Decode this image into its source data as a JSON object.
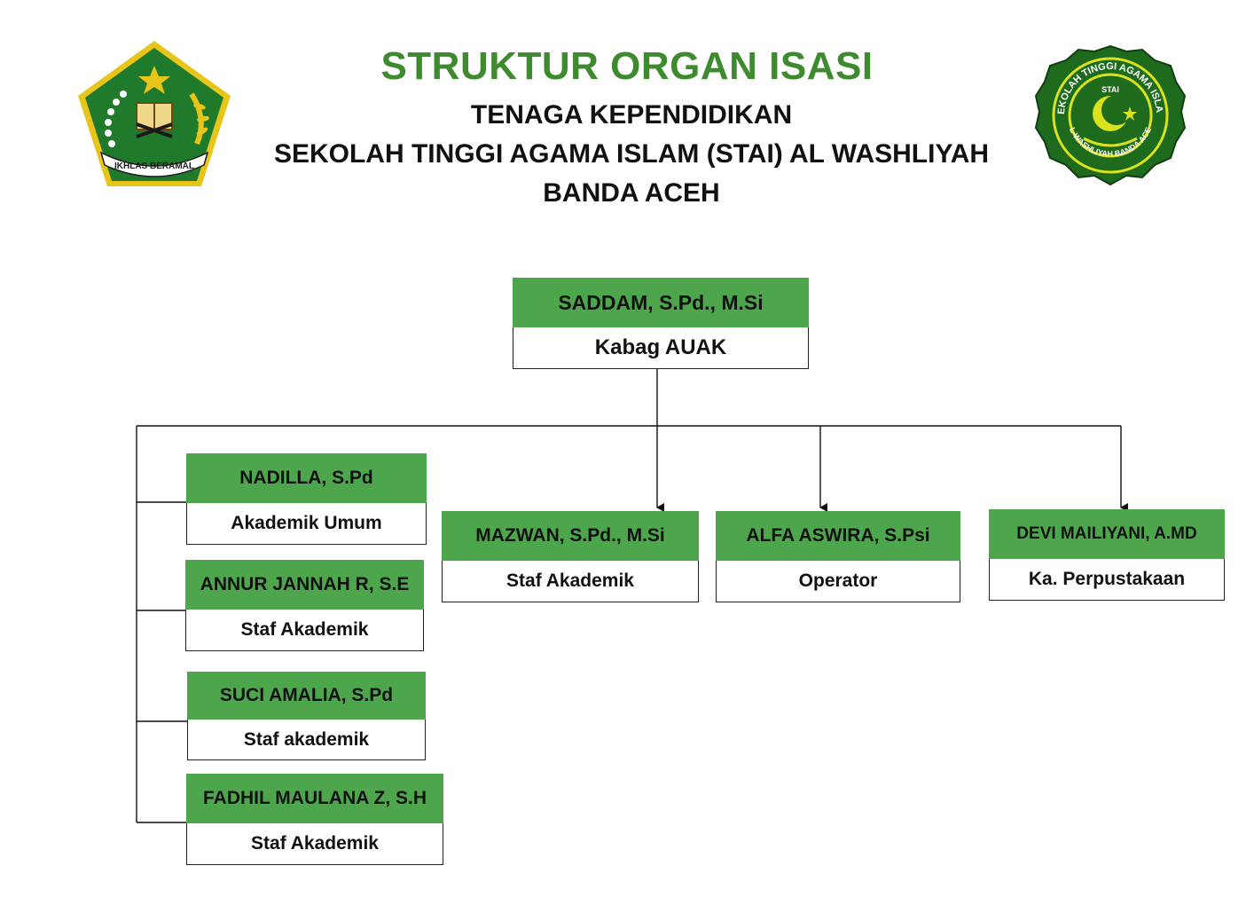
{
  "header": {
    "title": "STRUKTUR ORGAN ISASI",
    "line1": "TENAGA KEPENDIDIKAN",
    "line2": "SEKOLAH TINGGI AGAMA ISLAM (STAI) AL WASHLIYAH",
    "line3": "BANDA ACEH"
  },
  "logos": {
    "left": {
      "ribbon_text": "IKHLAS BERAMAL",
      "colors": {
        "green": "#1f7a2c",
        "gold": "#e8c51a"
      }
    },
    "right": {
      "ring_text_top": "SEKOLAH TINGGI AGAMA ISLAM",
      "ring_text_bottom": "AL-WASHLIYAH BANDA ACEH",
      "inner_text": "STAI",
      "colors": {
        "green": "#1e6b1e",
        "yellow": "#d9e21c"
      }
    }
  },
  "colors": {
    "name_fill": "#4ea64c",
    "title_green": "#3d8a2f"
  },
  "org": {
    "head": {
      "name": "SADDAM, S.Pd., M.Si",
      "role": "Kabag AUAK"
    },
    "left_column": [
      {
        "name": "NADILLA, S.Pd",
        "role": "Akademik  Umum"
      },
      {
        "name": "ANNUR JANNAH R, S.E",
        "role": "Staf Akademik"
      },
      {
        "name": "SUCI AMALIA, S.Pd",
        "role": "Staf akademik"
      },
      {
        "name": "FADHIL MAULANA Z, S.H",
        "role": "Staf Akademik"
      }
    ],
    "right_row": [
      {
        "name": "MAZWAN, S.Pd., M.Si",
        "role": "Staf Akademik"
      },
      {
        "name": "ALFA ASWIRA, S.Psi",
        "role": "Operator"
      },
      {
        "name": "DEVI MAILIYANI, A.MD",
        "role": "Ka. Perpustakaan"
      }
    ]
  }
}
